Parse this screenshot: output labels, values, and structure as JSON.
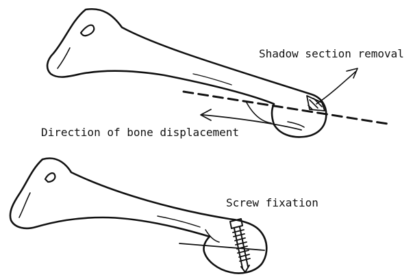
{
  "labels": {
    "shadow_section_removal": "Shadow section removal",
    "direction_of_bone_displacement": "Direction of bone displacement",
    "screw_fixation": "Screw fixation"
  },
  "colors": {
    "ink": "#111111",
    "background": "#ffffff"
  }
}
